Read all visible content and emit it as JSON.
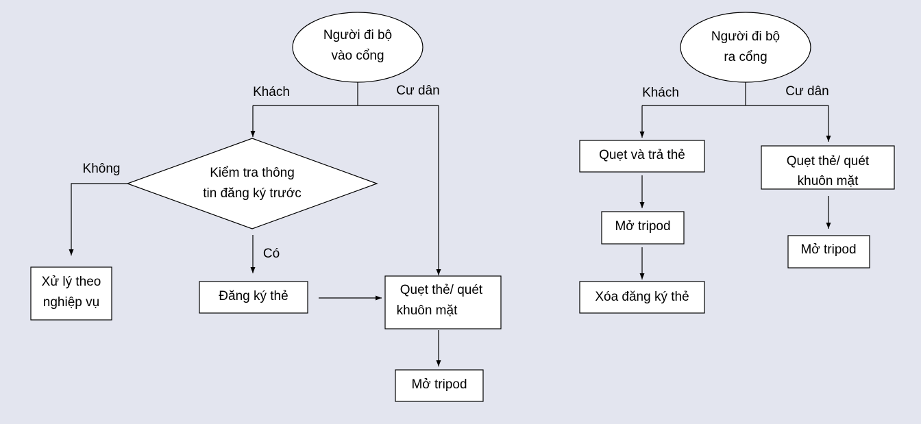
{
  "left_flow": {
    "start": [
      "Người đi bộ",
      "vào cổng"
    ],
    "branch_guest": "Khách",
    "branch_resident": "Cư dân",
    "decision": [
      "Kiểm tra thông",
      "tin đăng ký trước"
    ],
    "no_label": "Không",
    "yes_label": "Có",
    "process_manual": [
      "Xử lý theo",
      "nghiệp vụ"
    ],
    "register_card": "Đăng ký thẻ",
    "scan": [
      "Quẹt thẻ/ quét",
      "khuôn mặt"
    ],
    "open_tripod": "Mở tripod"
  },
  "right_flow": {
    "start": [
      "Người đi bộ",
      "ra cổng"
    ],
    "branch_guest": "Khách",
    "branch_resident": "Cư dân",
    "swipe_return": "Quẹt và trả thẻ",
    "guest_open_tripod": "Mở tripod",
    "delete_registration": "Xóa đăng ký thẻ",
    "scan": [
      "Quẹt thẻ/ quét",
      "khuôn mặt"
    ],
    "resident_open_tripod": "Mở tripod"
  }
}
